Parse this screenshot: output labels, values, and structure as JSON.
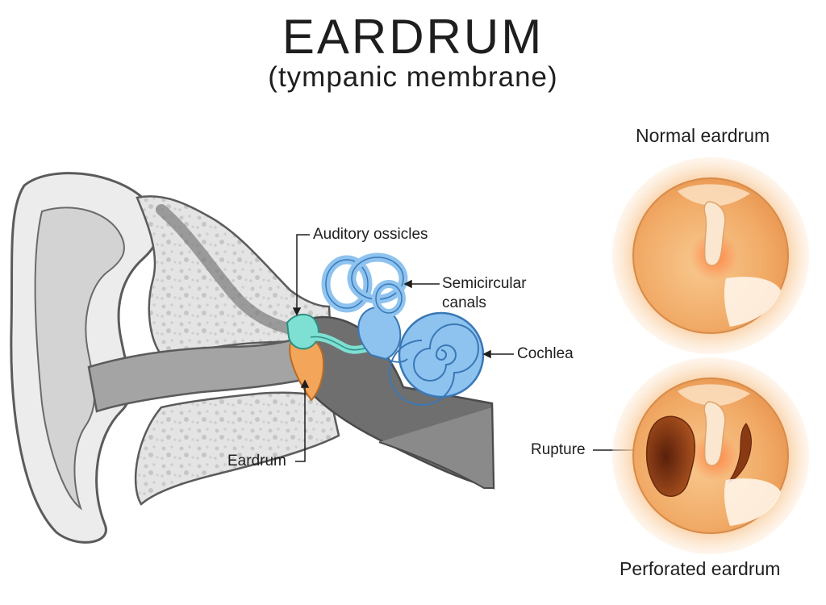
{
  "title": "EARDRUM",
  "subtitle": "(tympanic membrane)",
  "labels": {
    "ossicles": "Auditory ossicles",
    "semicircular_line1": "Semicircular",
    "semicircular_line2": "canals",
    "cochlea": "Cochlea",
    "eardrum": "Eardrum",
    "rupture": "Rupture"
  },
  "captions": {
    "normal": "Normal eardrum",
    "perforated": "Perforated eardrum"
  },
  "colors": {
    "bone": "#e6e6e6",
    "canal": "#9e9e9e",
    "ossicles": "#7ee0d2",
    "inner_ear": "#8ec3f0",
    "eardrum": "#f5a85a",
    "membrane": "#f2b471",
    "rupture": "#8a3a12"
  }
}
